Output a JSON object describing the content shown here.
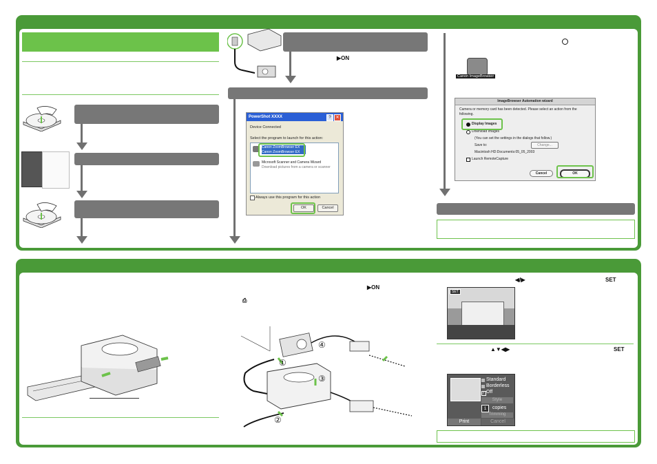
{
  "symbols": {
    "play_on": "▶ON",
    "left_right": "◀/▶",
    "set_1": "SET",
    "arrows_4way": "▲▼◀▶",
    "set_2": "SET",
    "print_icon": "⎙"
  },
  "win_dialog": {
    "title": "PowerShot XXXX",
    "device_connected": "Device Connected",
    "select_program": "Select the program to launch for this action:",
    "option1_line1": "Canon ZoomBrowser EX",
    "option1_line2": "Canon ZoomBrowser EX",
    "option2_line1": "Microsoft Scanner and Camera Wizard",
    "option2_line2": "Download pictures from a camera or scanner",
    "always_use": "Always use this program for this action",
    "ok": "OK",
    "cancel": "Cancel"
  },
  "mac_dialog": {
    "title": "ImageBrowser Automation wizard",
    "message": "Camera or memory card has been detected. Please select an action from the following.",
    "display_images": "Display Images",
    "download_images": "Download Images",
    "download_note": "(You can set the settings in the dialogs that follow.)",
    "save_to": "Save to:",
    "change": "Change...",
    "path": "Macintosh HD:Documents:05_05_2003",
    "launch_remote": "Launch RemoteCapture",
    "cancel": "Cancel",
    "ok": "OK"
  },
  "icon_label": "Canon ImageBrowser",
  "printer_screen": {
    "set_badge": "SET"
  },
  "print_menu": {
    "standard": "Standard",
    "borderless": "Borderless",
    "off": "Off",
    "style": "Style",
    "copies_num": "1",
    "copies": "copies",
    "trimming": "Trimming",
    "print": "Print",
    "cancel": "Cancel"
  },
  "circled_numbers": [
    "①",
    "②",
    "③",
    "④"
  ]
}
